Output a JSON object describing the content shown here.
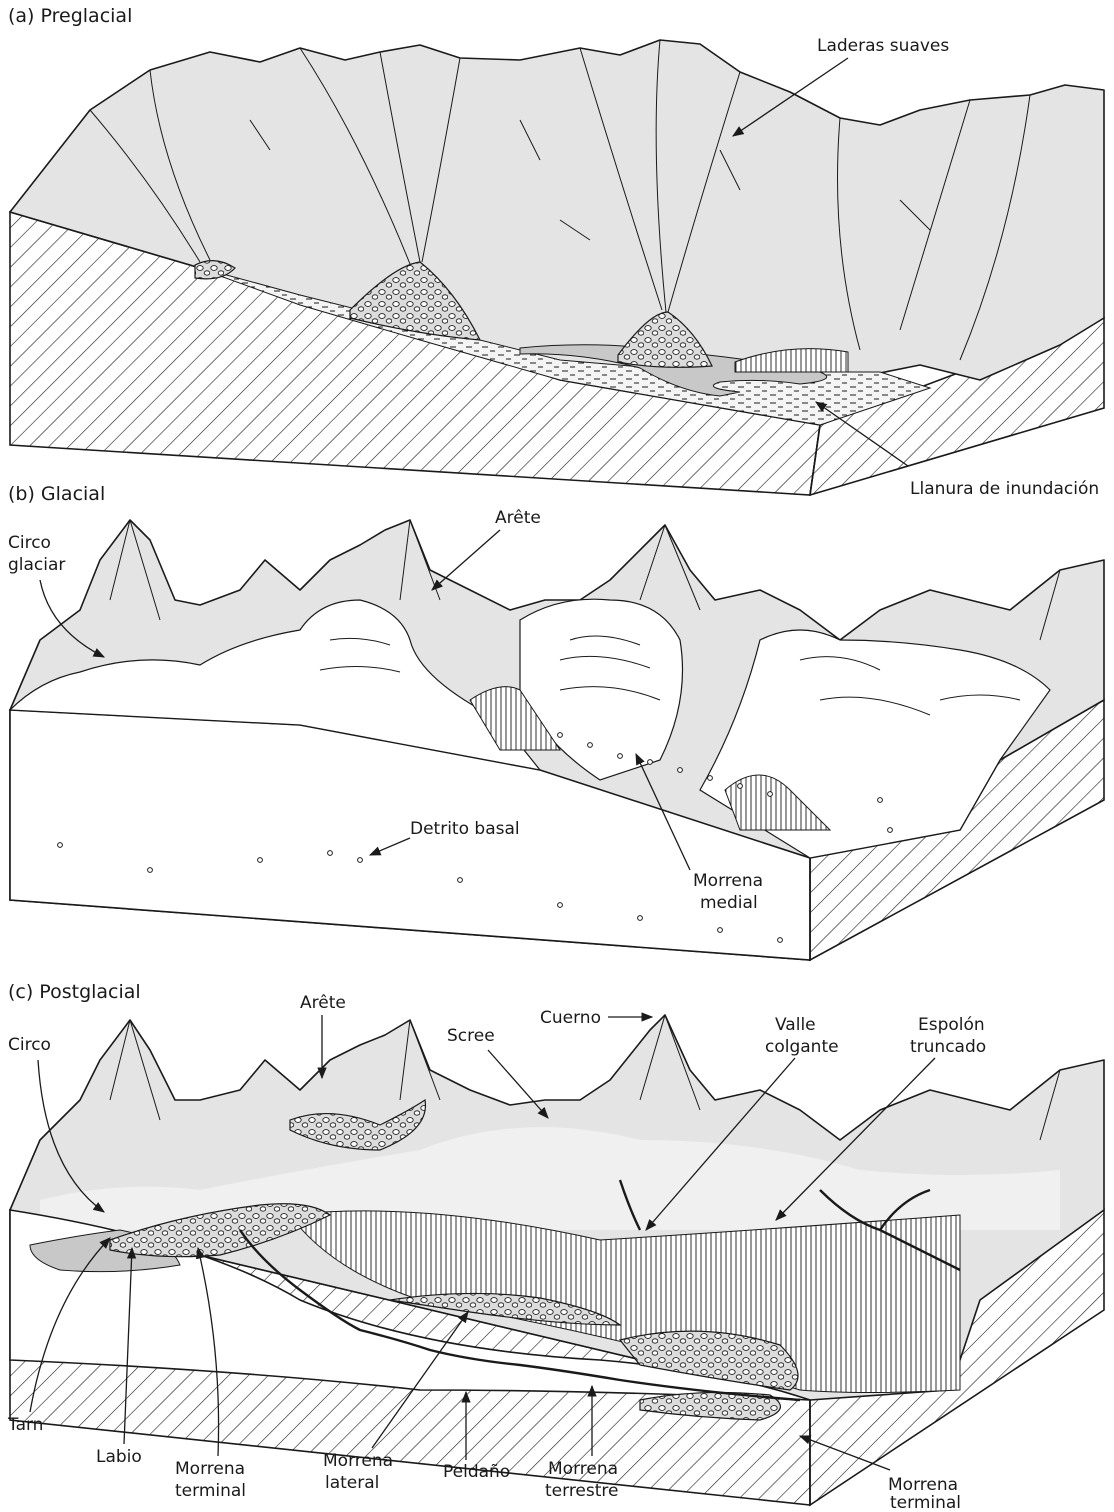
{
  "panels": {
    "a": {
      "title": "(a)  Preglacial",
      "labels": {
        "laderas": "Laderas suaves",
        "llanura": "Llanura de inundación"
      }
    },
    "b": {
      "title": "(b)  Glacial",
      "labels": {
        "circo_1": "Circo",
        "circo_2": "glaciar",
        "arete": "Arête",
        "detrito": "Detrito basal",
        "morrena_1": "Morrena",
        "morrena_2": "medial"
      }
    },
    "c": {
      "title": "(c)  Postglacial",
      "labels": {
        "arete": "Arête",
        "cuerno": "Cuerno",
        "scree": "Scree",
        "valle_1": "Valle",
        "valle_2": "colgante",
        "espolon_1": "Espolón",
        "espolon_2": "truncado",
        "circo": "Circo",
        "tarn": "Tarn",
        "labio": "Labio",
        "mterm_1": "Morrena",
        "mterm_2": "terminal",
        "mlat_1": "Morrena",
        "mlat_2": "lateral",
        "peldano": "Peldaño",
        "mterr_1": "Morrena",
        "mterr_2": "terrestre",
        "mterm2_1": "Morrena",
        "mterm2_2": "terminal"
      }
    }
  },
  "colors": {
    "ink": "#1a1a1a",
    "land": "#e4e4e4",
    "background": "#ffffff"
  }
}
